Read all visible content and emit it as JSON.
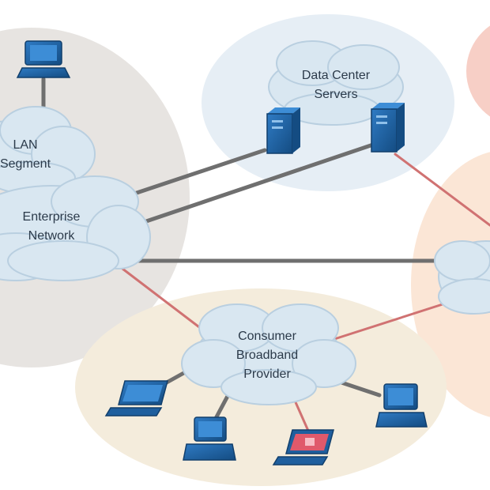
{
  "diagram": {
    "clouds": {
      "lan": {
        "line1": "LAN",
        "line2": "Segment"
      },
      "enterprise": {
        "line1": "Enterprise",
        "line2": "Network"
      },
      "datacenter": {
        "line1": "Data Center",
        "line2": "Servers"
      },
      "consumer": {
        "line1": "Consumer",
        "line2": "Broadband",
        "line3": "Provider"
      },
      "right": {
        "line1": ""
      }
    },
    "colors": {
      "gray_zone": "#e7e4e1",
      "blue_zone": "#e6eef5",
      "cream_zone": "#f4ecdc",
      "peach_zone": "#fbe6d6",
      "pink_zone": "#f7cfc6",
      "cloud_fill": "#d9e7f1",
      "cloud_stroke": "#b9cfe0",
      "device_blue": "#1f5f9e",
      "device_pink": "#e0596b",
      "gray_link": "#6f6f6f",
      "red_link": "#d07272"
    },
    "icons": [
      "desktop-computer-icon",
      "server-icon",
      "laptop-icon",
      "desktop-computer-icon",
      "laptop-icon",
      "laptop-icon",
      "desktop-computer-icon"
    ]
  }
}
